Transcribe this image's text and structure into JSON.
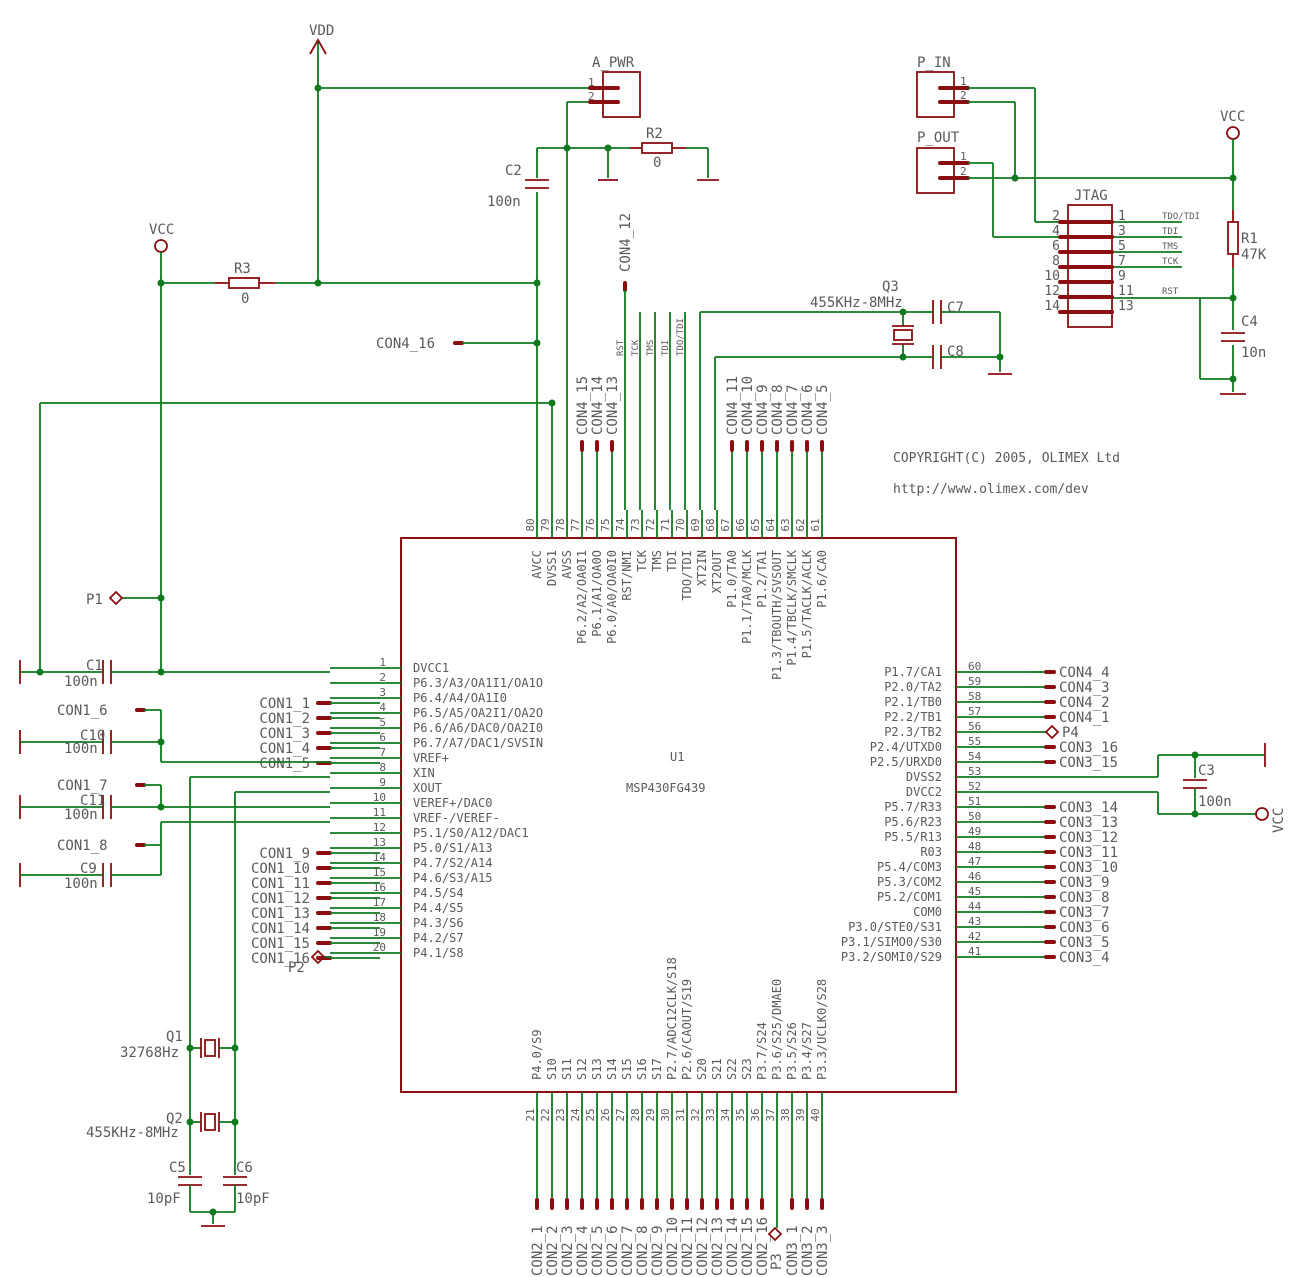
{
  "labels": {
    "vdd": "VDD",
    "vcc_left": "VCC",
    "vcc_jtag": "VCC",
    "vcc_right": "VCC",
    "a_pwr": "A_PWR",
    "p_in": "P_IN",
    "p_out": "P_OUT",
    "jtag": "JTAG",
    "u1": "U1",
    "part": "MSP430FG439",
    "copyright": "COPYRIGHT(C) 2005, OLIMEX Ltd",
    "url": "http://www.olimex.com/dev",
    "con4_12": "CON4_12",
    "con4_16": "CON4_16",
    "q3_value": "455KHz-8MHz",
    "q1_value": "32768Hz",
    "q2_value": "455KHz-8MHz"
  },
  "components": {
    "C1": {
      "name": "C1",
      "value": "100n"
    },
    "C2": {
      "name": "C2",
      "value": "100n"
    },
    "C3": {
      "name": "C3",
      "value": "100n"
    },
    "C4": {
      "name": "C4",
      "value": "10n"
    },
    "C5": {
      "name": "C5",
      "value": "10pF"
    },
    "C6": {
      "name": "C6",
      "value": "10pF"
    },
    "C7": {
      "name": "C7",
      "value": ""
    },
    "C8": {
      "name": "C8",
      "value": ""
    },
    "C9": {
      "name": "C9",
      "value": "100n"
    },
    "C10": {
      "name": "C10",
      "value": "100n"
    },
    "C11": {
      "name": "C11",
      "value": "100n"
    },
    "R1": {
      "name": "R1",
      "value": "47K"
    },
    "R2": {
      "name": "R2",
      "value": "0"
    },
    "R3": {
      "name": "R3",
      "value": "0"
    },
    "Q1": {
      "name": "Q1"
    },
    "Q2": {
      "name": "Q2"
    },
    "Q3": {
      "name": "Q3"
    },
    "P1": {
      "name": "P1"
    },
    "P2": {
      "name": "P2"
    },
    "P3": {
      "name": "P3"
    },
    "P4": {
      "name": "P4"
    }
  },
  "connectors": {
    "a_pwr_pins": [
      "1",
      "2"
    ],
    "p_in_pins": [
      "1",
      "2"
    ],
    "p_out_pins": [
      "1",
      "2"
    ]
  },
  "jtag": {
    "left_pins": [
      "2",
      "4",
      "6",
      "8",
      "10",
      "12",
      "14"
    ],
    "right_pins": [
      "1",
      "3",
      "5",
      "7",
      "9",
      "11",
      "13"
    ],
    "signals": [
      "TDO/TDI",
      "TDI",
      "TMS",
      "TCK",
      "",
      "RST",
      ""
    ]
  },
  "u1_left": [
    {
      "num": "1",
      "name": "DVCC1",
      "net": ""
    },
    {
      "num": "2",
      "name": "P6.3/A3/OA1I1/OA1O",
      "net": "CON1_1"
    },
    {
      "num": "3",
      "name": "P6.4/A4/OA1I0",
      "net": "CON1_2"
    },
    {
      "num": "4",
      "name": "P6.5/A5/OA2I1/OA2O",
      "net": "CON1_3"
    },
    {
      "num": "5",
      "name": "P6.6/A6/DAC0/OA2I0",
      "net": "CON1_4"
    },
    {
      "num": "6",
      "name": "P6.7/A7/DAC1/SVSIN",
      "net": "CON1_5"
    },
    {
      "num": "7",
      "name": "VREF+",
      "net": ""
    },
    {
      "num": "8",
      "name": "XIN",
      "net": ""
    },
    {
      "num": "9",
      "name": "XOUT",
      "net": ""
    },
    {
      "num": "10",
      "name": "VEREF+/DAC0",
      "net": ""
    },
    {
      "num": "11",
      "name": "VREF-/VEREF-",
      "net": ""
    },
    {
      "num": "12",
      "name": "P5.1/S0/A12/DAC1",
      "net": "CON1_9"
    },
    {
      "num": "13",
      "name": "P5.0/S1/A13",
      "net": "CON1_10"
    },
    {
      "num": "14",
      "name": "P4.7/S2/A14",
      "net": "CON1_11"
    },
    {
      "num": "15",
      "name": "P4.6/S3/A15",
      "net": "CON1_12"
    },
    {
      "num": "16",
      "name": "P4.5/S4",
      "net": "CON1_13"
    },
    {
      "num": "17",
      "name": "P4.4/S5",
      "net": "CON1_14"
    },
    {
      "num": "18",
      "name": "P4.3/S6",
      "net": "CON1_15"
    },
    {
      "num": "19",
      "name": "P4.2/S7",
      "net": "CON1_16"
    },
    {
      "num": "20",
      "name": "P4.1/S8",
      "net": ""
    }
  ],
  "u1_right": [
    {
      "num": "60",
      "name": "P1.7/CA1",
      "net": "CON4_4"
    },
    {
      "num": "59",
      "name": "P2.0/TA2",
      "net": "CON4_3"
    },
    {
      "num": "58",
      "name": "P2.1/TB0",
      "net": "CON4_2"
    },
    {
      "num": "57",
      "name": "P2.2/TB1",
      "net": "CON4_1"
    },
    {
      "num": "56",
      "name": "P2.3/TB2",
      "net": ""
    },
    {
      "num": "55",
      "name": "P2.4/UTXD0",
      "net": "CON3_16"
    },
    {
      "num": "54",
      "name": "P2.5/URXD0",
      "net": "CON3_15"
    },
    {
      "num": "53",
      "name": "DVSS2",
      "net": ""
    },
    {
      "num": "52",
      "name": "DVCC2",
      "net": ""
    },
    {
      "num": "51",
      "name": "P5.7/R33",
      "net": "CON3_14"
    },
    {
      "num": "50",
      "name": "P5.6/R23",
      "net": "CON3_13"
    },
    {
      "num": "49",
      "name": "P5.5/R13",
      "net": "CON3_12"
    },
    {
      "num": "48",
      "name": "R03",
      "net": "CON3_11"
    },
    {
      "num": "47",
      "name": "P5.4/COM3",
      "net": "CON3_10"
    },
    {
      "num": "46",
      "name": "P5.3/COM2",
      "net": "CON3_9"
    },
    {
      "num": "45",
      "name": "P5.2/COM1",
      "net": "CON3_8"
    },
    {
      "num": "44",
      "name": "COM0",
      "net": "CON3_7"
    },
    {
      "num": "43",
      "name": "P3.0/STE0/S31",
      "net": "CON3_6"
    },
    {
      "num": "42",
      "name": "P3.1/SIMO0/S30",
      "net": "CON3_5"
    },
    {
      "num": "41",
      "name": "P3.2/SOMI0/S29",
      "net": "CON3_4"
    }
  ],
  "u1_top": [
    {
      "num": "80",
      "name": "AVCC",
      "net": ""
    },
    {
      "num": "79",
      "name": "DVSS1",
      "net": ""
    },
    {
      "num": "78",
      "name": "AVSS",
      "net": ""
    },
    {
      "num": "77",
      "name": "P6.2/A2/OA0I1",
      "net": "CON4_15"
    },
    {
      "num": "76",
      "name": "P6.1/A1/OA0O",
      "net": "CON4_14"
    },
    {
      "num": "75",
      "name": "P6.0/A0/OA0I0",
      "net": "CON4_13"
    },
    {
      "num": "74",
      "name": "RST/NMI",
      "net": "RST"
    },
    {
      "num": "73",
      "name": "TCK",
      "net": "TCK"
    },
    {
      "num": "72",
      "name": "TMS",
      "net": "TMS"
    },
    {
      "num": "71",
      "name": "TDI",
      "net": "TDI"
    },
    {
      "num": "70",
      "name": "TDO/TDI",
      "net": "TDO/TDI"
    },
    {
      "num": "69",
      "name": "XT2IN",
      "net": ""
    },
    {
      "num": "68",
      "name": "XT2OUT",
      "net": ""
    },
    {
      "num": "67",
      "name": "P1.0/TA0",
      "net": "CON4_11"
    },
    {
      "num": "66",
      "name": "P1.1/TA0/MCLK",
      "net": "CON4_10"
    },
    {
      "num": "65",
      "name": "P1.2/TA1",
      "net": "CON4_9"
    },
    {
      "num": "64",
      "name": "P1.3/TBOUTH/SVSOUT",
      "net": "CON4_8"
    },
    {
      "num": "63",
      "name": "P1.4/TBCLK/SMCLK",
      "net": "CON4_7"
    },
    {
      "num": "62",
      "name": "P1.5/TACLK/ACLK",
      "net": "CON4_6"
    },
    {
      "num": "61",
      "name": "P1.6/CA0",
      "net": "CON4_5"
    }
  ],
  "u1_bottom": [
    {
      "num": "21",
      "name": "P4.0/S9",
      "net": "CON2_1"
    },
    {
      "num": "22",
      "name": "S10",
      "net": "CON2_2"
    },
    {
      "num": "23",
      "name": "S11",
      "net": "CON2_3"
    },
    {
      "num": "24",
      "name": "S12",
      "net": "CON2_4"
    },
    {
      "num": "25",
      "name": "S13",
      "net": "CON2_5"
    },
    {
      "num": "26",
      "name": "S14",
      "net": "CON2_6"
    },
    {
      "num": "27",
      "name": "S15",
      "net": "CON2_7"
    },
    {
      "num": "28",
      "name": "S16",
      "net": "CON2_8"
    },
    {
      "num": "29",
      "name": "S17",
      "net": "CON2_9"
    },
    {
      "num": "30",
      "name": "P2.7/ADC12CLK/S18",
      "net": "CON2_10"
    },
    {
      "num": "31",
      "name": "P2.6/CAOUT/S19",
      "net": "CON2_11"
    },
    {
      "num": "32",
      "name": "S20",
      "net": "CON2_12"
    },
    {
      "num": "33",
      "name": "S21",
      "net": "CON2_13"
    },
    {
      "num": "34",
      "name": "S22",
      "net": "CON2_14"
    },
    {
      "num": "35",
      "name": "S23",
      "net": "CON2_15"
    },
    {
      "num": "36",
      "name": "P3.7/S24",
      "net": "CON2_16"
    },
    {
      "num": "37",
      "name": "P3.6/S25/DMAE0",
      "net": ""
    },
    {
      "num": "38",
      "name": "P3.5/S26",
      "net": "CON3_1"
    },
    {
      "num": "39",
      "name": "P3.4/S27",
      "net": "CON3_2"
    },
    {
      "num": "40",
      "name": "P3.3/UCLK0/S28",
      "net": "CON3_3"
    }
  ],
  "side_nets": {
    "con1_6": "CON1_6",
    "con1_7": "CON1_7",
    "con1_8": "CON1_8"
  }
}
